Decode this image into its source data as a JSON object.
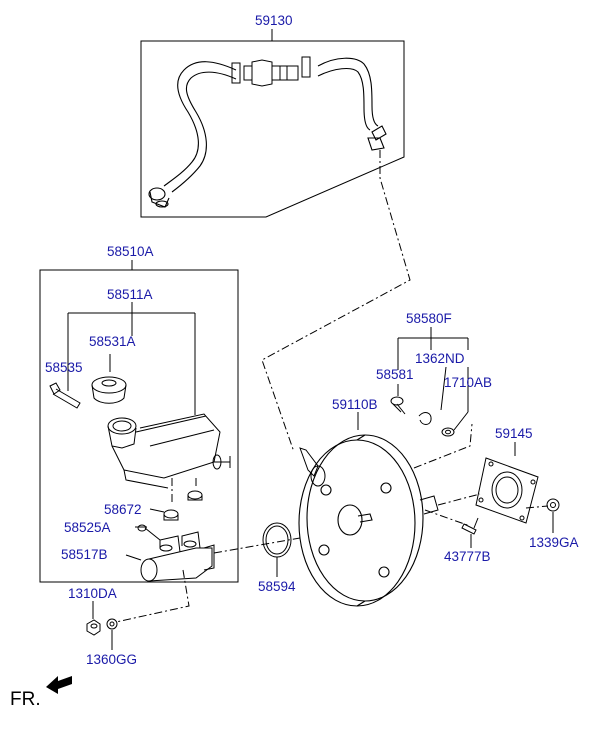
{
  "colors": {
    "part_number": "#1a1aa8",
    "line": "#000000",
    "background": "#ffffff"
  },
  "labels": {
    "p59130": "59130",
    "p58510A": "58510A",
    "p58511A": "58511A",
    "p58531A": "58531A",
    "p58535": "58535",
    "p58580F": "58580F",
    "p1362ND": "1362ND",
    "p58581": "58581",
    "p1710AB": "1710AB",
    "p59110B": "59110B",
    "p59145": "59145",
    "p58672": "58672",
    "p58525A": "58525A",
    "p58517B": "58517B",
    "p58594": "58594",
    "p43777B": "43777B",
    "p1339GA": "1339GA",
    "p1310DA": "1310DA",
    "p1360GG": "1360GG",
    "front": "FR."
  },
  "icons": {
    "front_arrow": "front-direction-arrow-icon"
  }
}
